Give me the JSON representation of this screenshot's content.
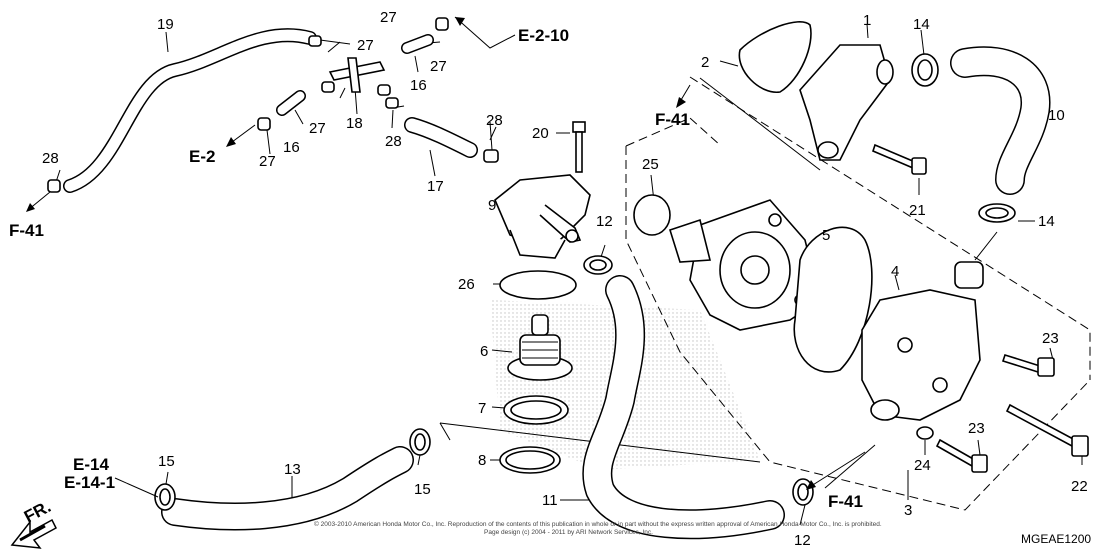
{
  "callouts": {
    "n1": "1",
    "n2": "2",
    "n3": "3",
    "n4": "4",
    "n5": "5",
    "n6": "6",
    "n7": "7",
    "n8": "8",
    "n9": "9",
    "n10": "10",
    "n11": "11",
    "n12a": "12",
    "n12b": "12",
    "n13": "13",
    "n14a": "14",
    "n14b": "14",
    "n15a": "15",
    "n15b": "15",
    "n16a": "16",
    "n16b": "16",
    "n17": "17",
    "n18": "18",
    "n19": "19",
    "n20": "20",
    "n21": "21",
    "n22": "22",
    "n23a": "23",
    "n23b": "23",
    "n24": "24",
    "n25": "25",
    "n26": "26",
    "n27a": "27",
    "n27b": "27",
    "n27c": "27",
    "n27d": "27",
    "n27e": "27",
    "n28a": "28",
    "n28b": "28",
    "n28c": "28"
  },
  "references": {
    "e_2_10": "E-2-10",
    "e_2": "E-2",
    "f_41_left": "F-41",
    "f_41_top": "F-41",
    "f_41_bottom": "F-41",
    "e_14": "E-14",
    "e_14_1": "E-14-1",
    "front_arrow": "FR."
  },
  "footer": {
    "copyright_line1": "© 2003-2010 American Honda Motor Co., Inc. Reproduction of the contents of this publication in whole or in part without the express written approval of American Honda Motor Co., Inc. is prohibited.",
    "copyright_line2": "Page design (c) 2004 - 2011 by ARI Network Services, Inc.",
    "diagram_code": "MGEAE1200"
  }
}
